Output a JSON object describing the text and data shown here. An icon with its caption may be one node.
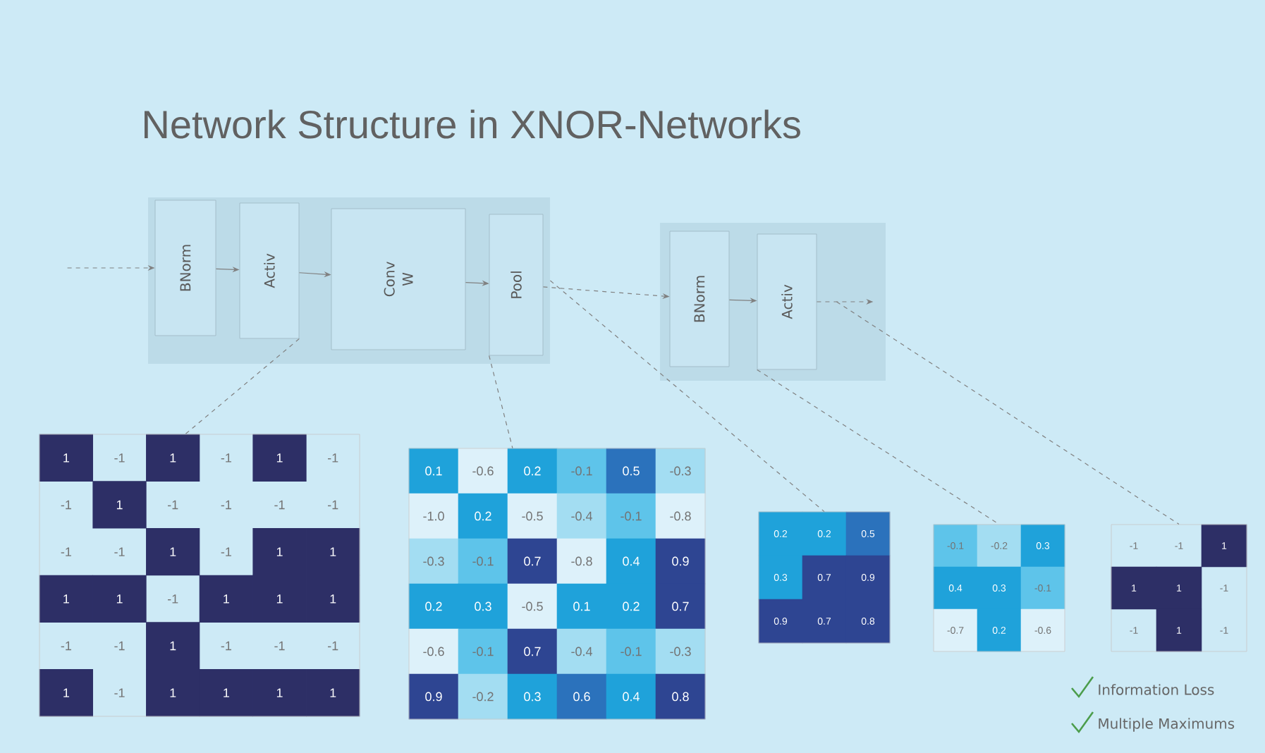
{
  "diagram": {
    "title": "Network Structure in XNOR-Networks",
    "nodes": [
      {
        "text": [],
        "shape": "box"
      },
      {
        "text": [
          "BNorm"
        ],
        "in": 0
      },
      {
        "text": [
          "Activ"
        ],
        "in": 0
      },
      {
        "text": [
          "Conv",
          "W"
        ],
        "in": 0
      },
      {
        "text": [
          "Pool"
        ],
        "in": 0
      },
      {
        "text": [],
        "shape": "box"
      },
      {
        "text": [
          "BNorm"
        ],
        "in": 5
      },
      {
        "text": [
          "Activ"
        ],
        "in": 5
      },
      {
        "text": [],
        "shape": "grid"
      },
      {
        "text": [],
        "shape": "grid"
      },
      {
        "text": [],
        "shape": "grid"
      },
      {
        "text": [],
        "shape": "grid"
      },
      {
        "text": [],
        "shape": "grid"
      }
    ],
    "edges": [
      {
        "from": null,
        "to": 1,
        "arrow": "to",
        "style": "dashed"
      },
      {
        "from": 1,
        "to": 2,
        "arrow": "to"
      },
      {
        "from": 2,
        "to": 3,
        "arrow": "to"
      },
      {
        "from": 3,
        "to": 4,
        "arrow": "to"
      },
      {
        "from": 4,
        "to": 6,
        "arrow": "to",
        "style": "dashed"
      },
      {
        "from": 6,
        "to": 7,
        "arrow": "to"
      },
      {
        "from": 7,
        "to": null,
        "arrow": "to",
        "style": "dashed"
      },
      {
        "from": 2,
        "to": 8,
        "arrow": "none",
        "style": "dashed"
      },
      {
        "from": 4,
        "to": 9,
        "arrow": "none",
        "style": "dashed"
      },
      {
        "from": 0,
        "to": 10,
        "arrow": "none",
        "style": "dashed"
      },
      {
        "from": 7,
        "to": 11,
        "arrow": "none",
        "style": "dashed"
      },
      {
        "from": null,
        "to": 12,
        "arrow": "none",
        "style": "dashed"
      }
    ],
    "labels": [
      "1",
      "-1",
      "1",
      "-1",
      "1",
      "-1",
      "-1",
      "1",
      "-1",
      "-1",
      "-1",
      "-1",
      "-1",
      "-1",
      "1",
      "-1",
      "1",
      "1",
      "1",
      "1",
      "-1",
      "1",
      "1",
      "1",
      "-1",
      "-1",
      "1",
      "-1",
      "-1",
      "-1",
      "1",
      "-1",
      "1",
      "1",
      "1",
      "1",
      "0.1",
      "-0.6",
      "0.2",
      "-0.1",
      "0.5",
      "-0.3",
      "-1.0",
      "0.2",
      "-0.5",
      "-0.4",
      "-0.1",
      "-0.8",
      "-0.3",
      "-0.1",
      "0.7",
      "-0.8",
      "0.4",
      "0.9",
      "0.2",
      "0.3",
      "-0.5",
      "0.1",
      "0.2",
      "0.7",
      "-0.6",
      "-0.1",
      "0.7",
      "-0.4",
      "-0.1",
      "-0.3",
      "0.9",
      "-0.2",
      "0.3",
      "0.6",
      "0.4",
      "0.8",
      "0.2",
      "0.2",
      "0.5",
      "0.3",
      "0.7",
      "0.9",
      "0.9",
      "0.7",
      "0.8",
      "-0.1",
      "-0.2",
      "0.3",
      "0.4",
      "0.3",
      "-0.1",
      "-0.7",
      "0.2",
      "-0.6",
      "-1",
      "-1",
      "1",
      "1",
      "1",
      "-1",
      "-1",
      "1",
      "-1",
      "Information Loss",
      "Multiple Maximums"
    ]
  }
}
